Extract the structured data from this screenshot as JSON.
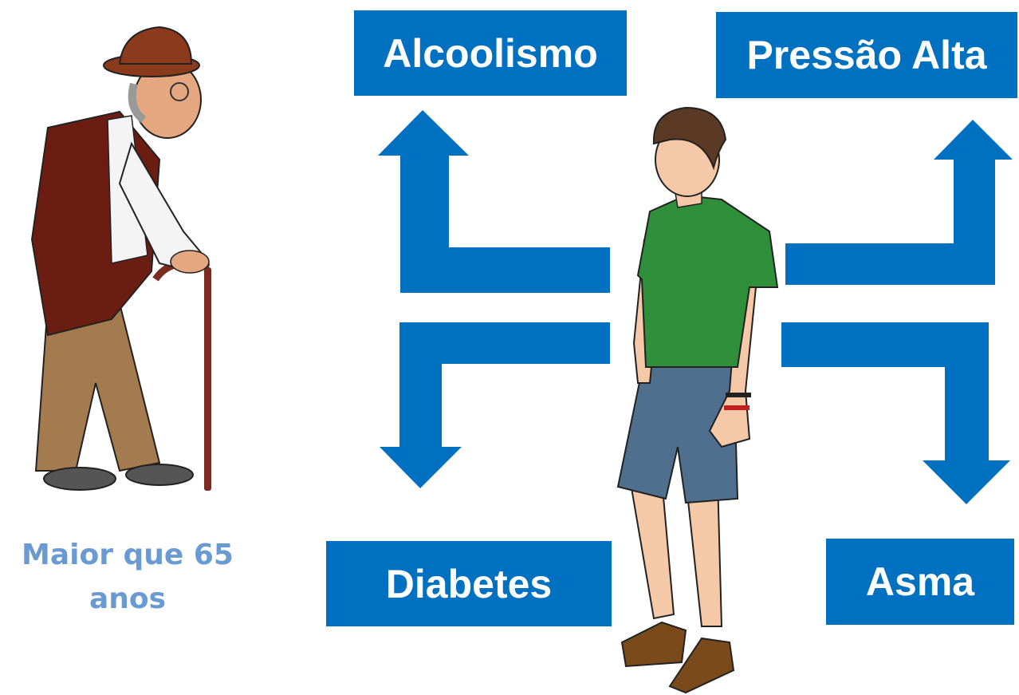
{
  "labels": {
    "top_left": "Alcoolismo",
    "top_right": "Pressão Alta",
    "bottom_left": "Diabetes",
    "bottom_right": "Asma"
  },
  "caption": {
    "line1": "Maior que 65",
    "line2": "anos"
  },
  "illustrations": {
    "elderly": "elderly-man-with-cane",
    "young": "young-man-green-shirt"
  },
  "colors": {
    "box": "#0070c0",
    "arrow": "#0070c0",
    "box_text": "#ffffff",
    "caption": "#6a9ad2"
  }
}
